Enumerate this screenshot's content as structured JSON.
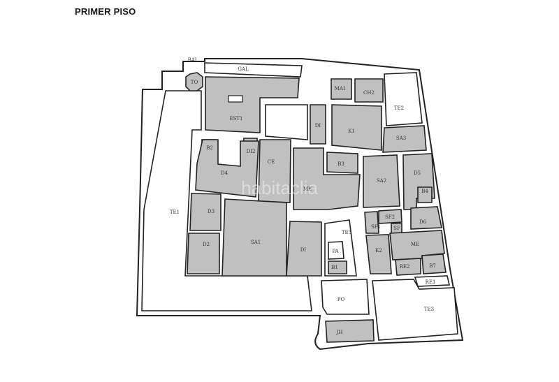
{
  "title": "PRIMER PISO",
  "watermark": "habitaclia",
  "colors": {
    "room_fill": "#c0c0c0",
    "open_fill": "#ffffff",
    "wall": "#222222"
  },
  "rooms": [
    {
      "id": "BAL",
      "label": "BAL"
    },
    {
      "id": "GAL",
      "label": "GAL"
    },
    {
      "id": "TO",
      "label": "TO"
    },
    {
      "id": "EST1",
      "label": "EST1"
    },
    {
      "id": "MA1",
      "label": "MA1"
    },
    {
      "id": "CH2",
      "label": "CH2"
    },
    {
      "id": "TE2",
      "label": "TE2"
    },
    {
      "id": "DI_top",
      "label": "DI"
    },
    {
      "id": "K1",
      "label": "K1"
    },
    {
      "id": "SA3",
      "label": "SA3"
    },
    {
      "id": "B2_top",
      "label": "B2"
    },
    {
      "id": "DI2",
      "label": "DI2"
    },
    {
      "id": "CE",
      "label": "CE"
    },
    {
      "id": "D4",
      "label": "D4"
    },
    {
      "id": "ME_mid",
      "label": "ME"
    },
    {
      "id": "B3",
      "label": "B3"
    },
    {
      "id": "SA2",
      "label": "SA2"
    },
    {
      "id": "D5",
      "label": "D5"
    },
    {
      "id": "B4",
      "label": "B4"
    },
    {
      "id": "TE1",
      "label": "TE1"
    },
    {
      "id": "D3",
      "label": "D3"
    },
    {
      "id": "D2",
      "label": "D2"
    },
    {
      "id": "SA1",
      "label": "SA1"
    },
    {
      "id": "DI_low",
      "label": "DI"
    },
    {
      "id": "TE5",
      "label": "TE5"
    },
    {
      "id": "PA",
      "label": "PA"
    },
    {
      "id": "B1",
      "label": "B1"
    },
    {
      "id": "SF2",
      "label": "SF2"
    },
    {
      "id": "SF1",
      "label": "SF1"
    },
    {
      "id": "SF",
      "label": "SF"
    },
    {
      "id": "D6",
      "label": "D6"
    },
    {
      "id": "K2",
      "label": "K2"
    },
    {
      "id": "ME_right",
      "label": "ME"
    },
    {
      "id": "RE2",
      "label": "RE2"
    },
    {
      "id": "B7",
      "label": "B7"
    },
    {
      "id": "RE1",
      "label": "RE1"
    },
    {
      "id": "PO",
      "label": "PO"
    },
    {
      "id": "TE3",
      "label": "TE3"
    },
    {
      "id": "JH",
      "label": "JH"
    }
  ]
}
